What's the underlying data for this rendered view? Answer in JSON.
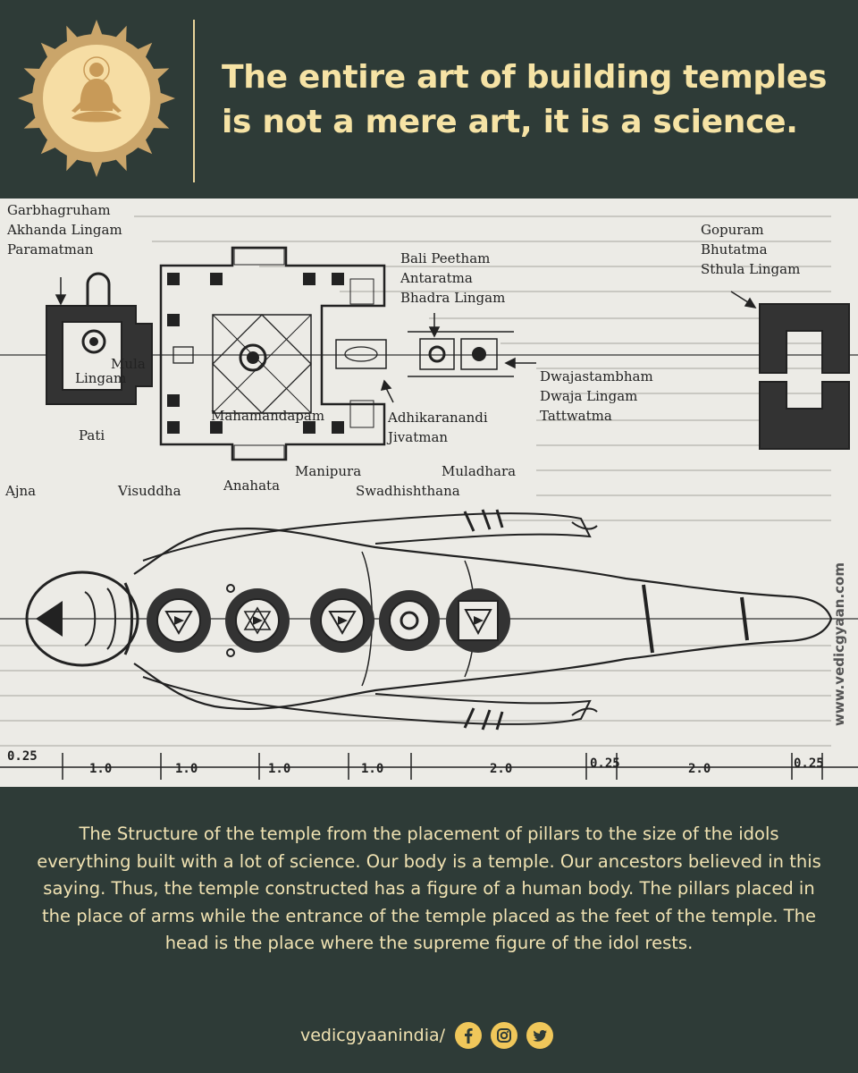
{
  "header": {
    "title": "The entire art of building temples is not a mere art, it is a science."
  },
  "diagram": {
    "labels": {
      "garbhagruham": "Garbhagruham",
      "akhanda_lingam": "Akhanda Lingam",
      "paramatman": "Paramatman",
      "mula": "Mula",
      "lingam": "Lingam",
      "pati": "Pati",
      "mahamandapam": "Mahamandapam",
      "bali_peetham": "Bali Peetham",
      "antaratma": "Antaratma",
      "bhadra_lingam": "Bhadra Lingam",
      "dwajastambham": "Dwajastambham",
      "dwaja_lingam": "Dwaja Lingam",
      "tattwatma": "Tattwatma",
      "adhikaranandi": "Adhikaranandi",
      "jivatman": "Jivatman",
      "gopuram": "Gopuram",
      "bhutatma": "Bhutatma",
      "sthula_lingam": "Sthula Lingam",
      "ajna": "Ajna",
      "visuddha": "Visuddha",
      "anahata": "Anahata",
      "manipura": "Manipura",
      "muladhara": "Muladhara",
      "swadhishthana": "Swadhishthana"
    },
    "dimensions": [
      "0.25",
      "1.0",
      "1.0",
      "1.0",
      "1.0",
      "2.0",
      "0.25",
      "2.0",
      "0.25"
    ],
    "watermark": "www.vedicgyaan.com"
  },
  "description": "The Structure of the temple from the placement of pillars to the size of the idols everything built with a lot of science. Our body is a temple. Our ancestors believed in this saying. Thus, the temple constructed has a figure of a human body. The pillars placed in the place of arms while the entrance of the temple placed as the feet of the temple. The head is the place where the supreme figure of the idol rests.",
  "social": {
    "handle": "vedicgyaanindia/",
    "icons": [
      "facebook-icon",
      "instagram-icon",
      "twitter-icon"
    ]
  },
  "colors": {
    "background": "#2e3b37",
    "title": "#f6e3a5",
    "text": "#f0e2b2",
    "accent": "#f0c75a"
  }
}
